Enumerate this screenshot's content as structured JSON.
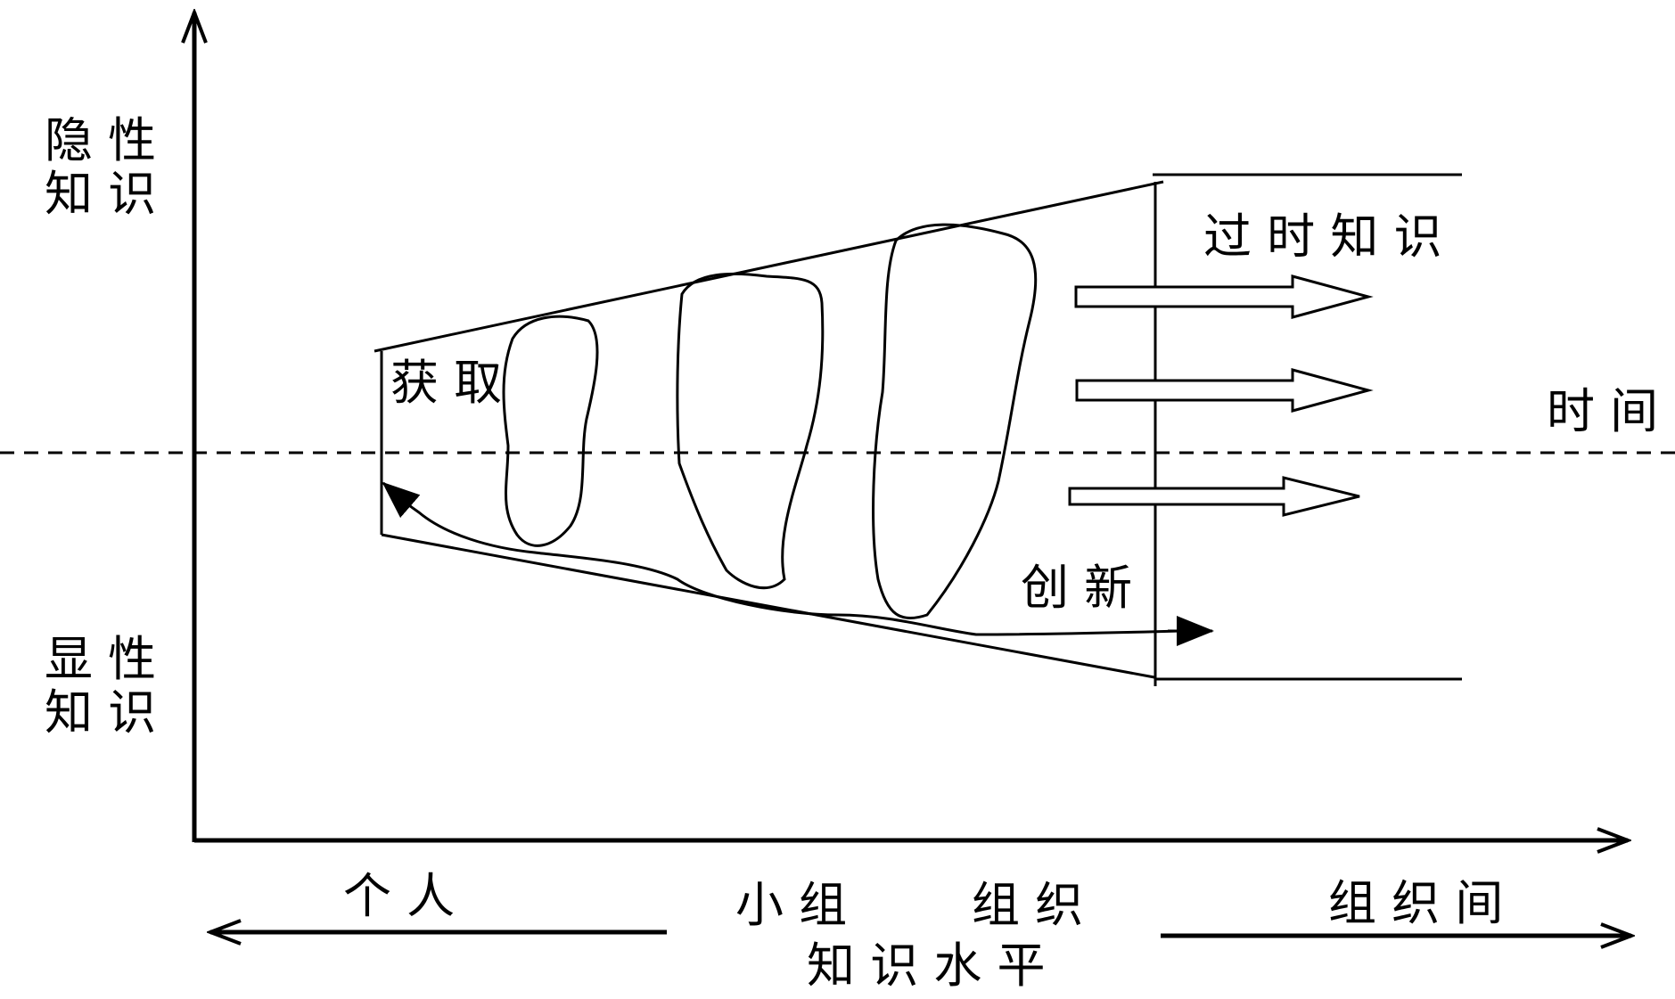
{
  "y_axis": {
    "top_label_line1": "隐 性",
    "top_label_line2": "知 识",
    "bottom_label_line1": "显 性",
    "bottom_label_line2": "知 识"
  },
  "labels": {
    "acquire": "获 取",
    "innovate": "创 新",
    "obsolete_knowledge": "过 时 知 识",
    "time": "时 间"
  },
  "x_axis": {
    "individual": "个 人",
    "group": "小 组",
    "organization": "组 织",
    "inter_organization": "组 织 间",
    "knowledge_level": "知 识 水 平"
  },
  "colors": {
    "line": "#000000",
    "background": "#ffffff"
  }
}
